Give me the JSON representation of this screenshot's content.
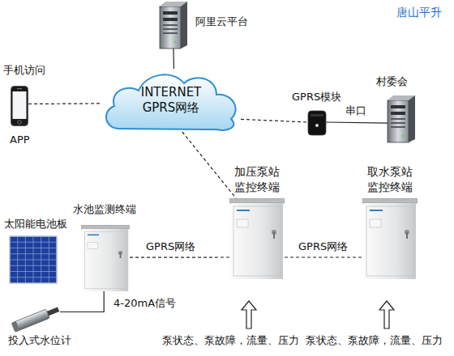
{
  "diagram": {
    "nodes": [
      {
        "text": [
          "阿里云平台"
        ]
      },
      {
        "text": [
          "手机访问",
          "APP"
        ]
      },
      {
        "text": [
          "INTERNET GPRS网络"
        ]
      },
      {
        "text": [
          "GPRS模块"
        ]
      },
      {
        "text": [
          "村委会"
        ]
      },
      {
        "text": [
          "太阳能电池板"
        ]
      },
      {
        "text": [
          "水池监测终端"
        ]
      },
      {
        "text": [
          "加压泵站监控终端"
        ]
      },
      {
        "text": [
          "取水泵站监控终端"
        ]
      },
      {
        "text": [
          "投入式水位计"
        ]
      }
    ],
    "edges": [
      {
        "from": 0,
        "to": 2,
        "arrow": "none"
      },
      {
        "from": 1,
        "to": 2,
        "arrow": "none"
      },
      {
        "from": 2,
        "to": 3,
        "arrow": "none"
      },
      {
        "from": 3,
        "to": 4,
        "label": "串口",
        "arrow": "none"
      },
      {
        "from": 2,
        "to": 7,
        "arrow": "none"
      },
      {
        "from": 6,
        "to": 7,
        "label": "GPRS网络",
        "arrow": "none"
      },
      {
        "from": 7,
        "to": 8,
        "label": "GPRS网络",
        "arrow": "none"
      },
      {
        "from": 9,
        "to": 6,
        "label": "4-20mA信号",
        "arrow": "none"
      }
    ],
    "labels": [
      "唐山平升",
      "泵状态、泵故障，流量、压力",
      "泵状态、泵故障，流量、压力"
    ]
  }
}
